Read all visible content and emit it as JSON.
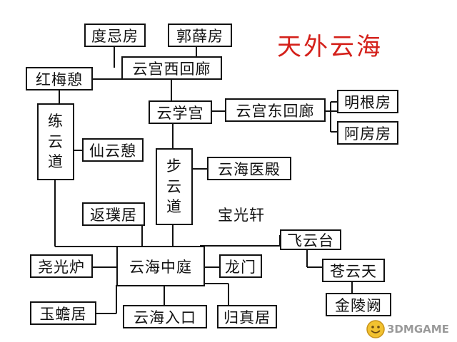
{
  "title": "天外云海",
  "colors": {
    "title": "#d4201a",
    "line": "#111111",
    "watermark": "#9a9a9a"
  },
  "nodes": {
    "duji_fang": "度忌房",
    "guoxue_fang": "郭薛房",
    "yungong_xi_huilang": "云宫西回廊",
    "hongmei_ji": "红梅憩",
    "yunxue_gong": "云学宫",
    "yungong_dong_huilang": "云宫东回廊",
    "minggen_fang": "明根房",
    "afang_fang": "阿房房",
    "lian_yun_dao": [
      "练",
      "云",
      "道"
    ],
    "xianyun_ji": "仙云憩",
    "bu_yun_dao": [
      "步",
      "云",
      "道"
    ],
    "yunhai_yidian": "云海医殿",
    "fanpu_ju": "返璞居",
    "baoguang_xuan": "宝光轩",
    "feiyun_tai": "飞云台",
    "yaoguang_lu": "尧光炉",
    "yunhai_zhongting": "云海中庭",
    "long_men": "龙门",
    "cang_yun_tian": "苍云天",
    "yuchan_ju": "玉蟾居",
    "yunhai_rukou": "云海入口",
    "guizhen_ju": "归真居",
    "jinling_que": "金陵阙"
  },
  "watermark": {
    "text": "3DMGAME",
    "icon": "smiley-face-icon"
  }
}
